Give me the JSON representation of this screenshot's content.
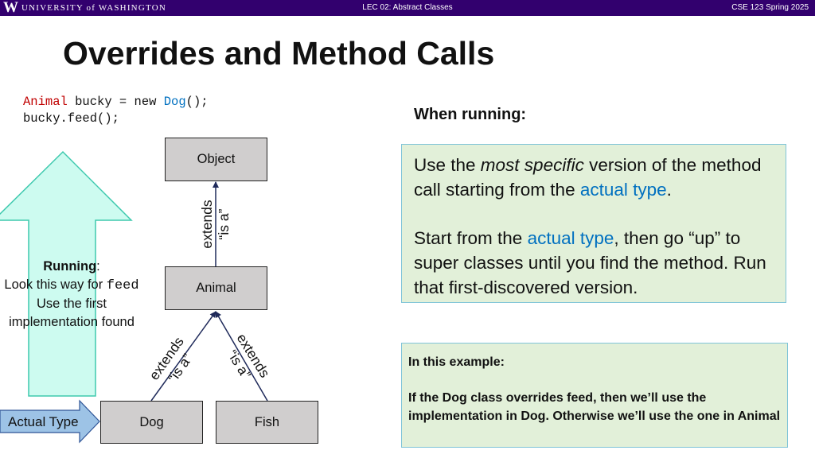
{
  "header": {
    "logo_letter": "W",
    "university": "UNIVERSITY of WASHINGTON",
    "lecture": "LEC 02: Abstract Classes",
    "course": "CSE 123 Spring 2025"
  },
  "slide": {
    "title": "Overrides and Method Calls",
    "code": {
      "l1_type": "Animal",
      "l1_mid": " bucky = new ",
      "l1_class": "Dog",
      "l1_end": "();",
      "l2": "bucky.feed();"
    },
    "running_label": "Running",
    "running_colon": ":",
    "running_l2a": "Look this way for ",
    "running_l2b": "feed",
    "running_l3": "Use the first",
    "running_l4": "implementation found",
    "actual_type_label": "Actual Type",
    "nodes": {
      "object": "Object",
      "animal": "Animal",
      "dog": "Dog",
      "fish": "Fish"
    },
    "edge_label_extends": "extends",
    "edge_label_isa": "“is a”",
    "when_running": "When running:",
    "box1": {
      "p1a": "Use the ",
      "p1b": "most specific",
      "p1c": " version of the method call starting from the ",
      "p1d": "actual type",
      "p1e": ".",
      "p2a": "Start from the ",
      "p2b": "actual type",
      "p2c": ", then go “up” to super classes until you find the method. Run that first-discovered version."
    },
    "box2": {
      "heading": "In this example:",
      "body": "If the Dog class overrides feed, then we’ll use the implementation in Dog. Otherwise we’ll use the one in Animal"
    }
  },
  "colors": {
    "header_bg": "#32006e",
    "arrow_fill": "#cdfbf0",
    "arrow_stroke": "#3ec9ae",
    "actual_arrow_fill": "#9dc3e6",
    "box_bg": "#e2f0d9",
    "box_border": "#7fc4d8",
    "accent_blue": "#0070c0",
    "accent_red": "#c00000"
  }
}
